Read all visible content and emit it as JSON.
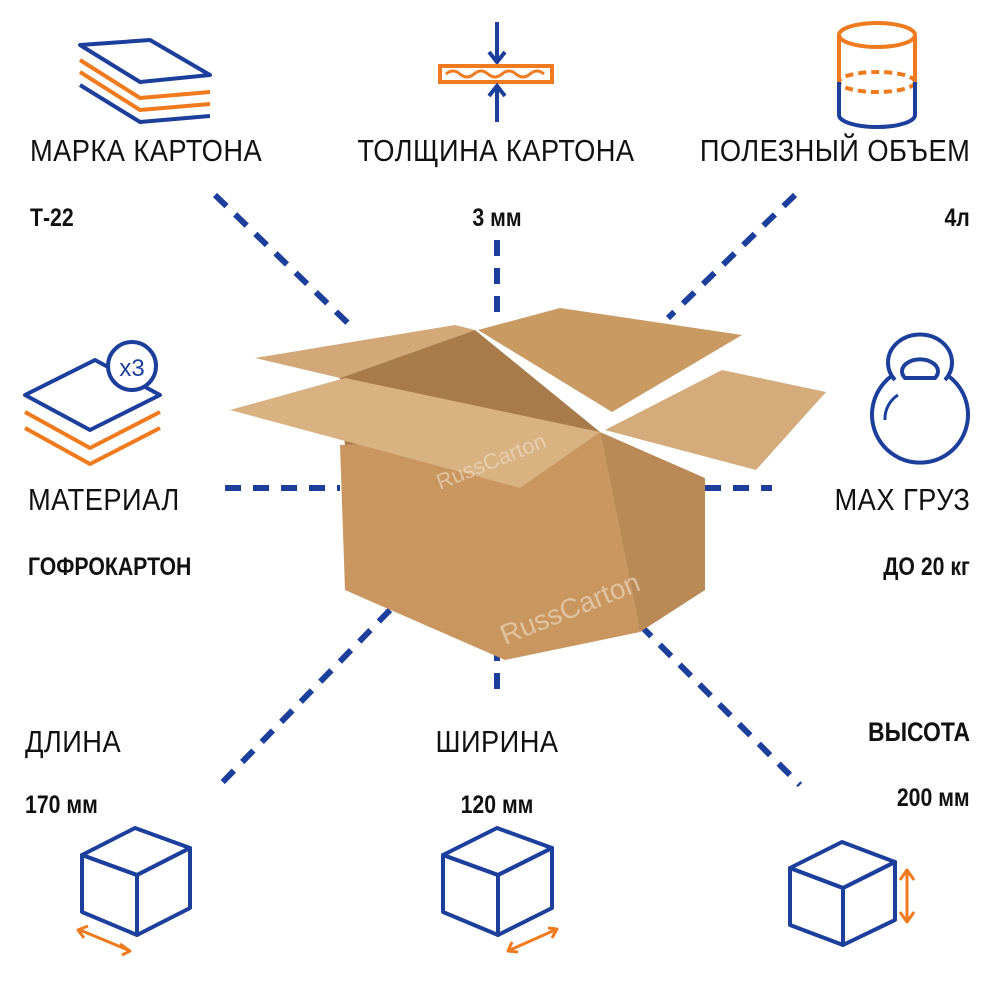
{
  "specs": {
    "brand": {
      "label": "МАРКА КАРТОНА",
      "value": "Т-22"
    },
    "thickness": {
      "label": "ТОЛЩИНА КАРТОНА",
      "value": "3 мм"
    },
    "volume": {
      "label": "ПОЛЕЗНЫЙ ОБЪЕМ",
      "value": "4л"
    },
    "material": {
      "label": "МАТЕРИАЛ",
      "value": "ГОФРОКАРТОН",
      "badge": "x3"
    },
    "max_load": {
      "label": "MAX ГРУЗ",
      "value": "ДО 20 кг"
    },
    "length": {
      "label": "ДЛИНА",
      "value": "170 мм"
    },
    "width": {
      "label": "ШИРИНА",
      "value": "120 мм"
    },
    "height": {
      "label": "ВЫСОТА",
      "value": "200 мм"
    }
  },
  "watermark": "RussCarton",
  "colors": {
    "blue": "#1c3f9c",
    "orange": "#f07a1e",
    "cardboard": "#c99a62"
  }
}
